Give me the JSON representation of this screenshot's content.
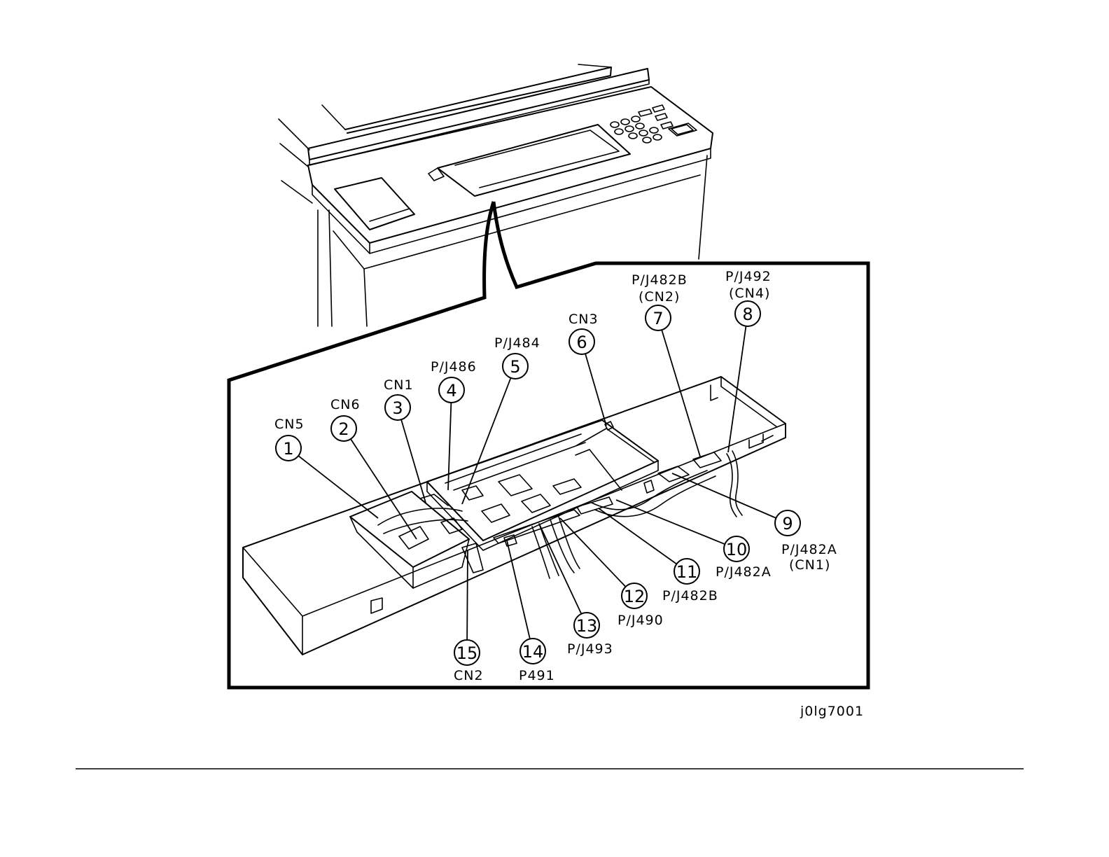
{
  "figure_id": "j0lg7001",
  "callouts": [
    {
      "num": "1",
      "label": "CN5"
    },
    {
      "num": "2",
      "label": "CN6"
    },
    {
      "num": "3",
      "label": "CN1"
    },
    {
      "num": "4",
      "label": "P/J486"
    },
    {
      "num": "5",
      "label": "P/J484"
    },
    {
      "num": "6",
      "label": "CN3"
    },
    {
      "num": "7",
      "label": "P/J482B",
      "sub": "(CN2)"
    },
    {
      "num": "8",
      "label": "P/J492",
      "sub": "(CN4)"
    },
    {
      "num": "9",
      "label": "P/J482A",
      "sub": "(CN1)"
    },
    {
      "num": "10",
      "label": "P/J482A"
    },
    {
      "num": "11",
      "label": "P/J482B"
    },
    {
      "num": "12",
      "label": "P/J490"
    },
    {
      "num": "13",
      "label": "P/J493"
    },
    {
      "num": "14",
      "label": "P491"
    },
    {
      "num": "15",
      "label": "CN2"
    }
  ]
}
